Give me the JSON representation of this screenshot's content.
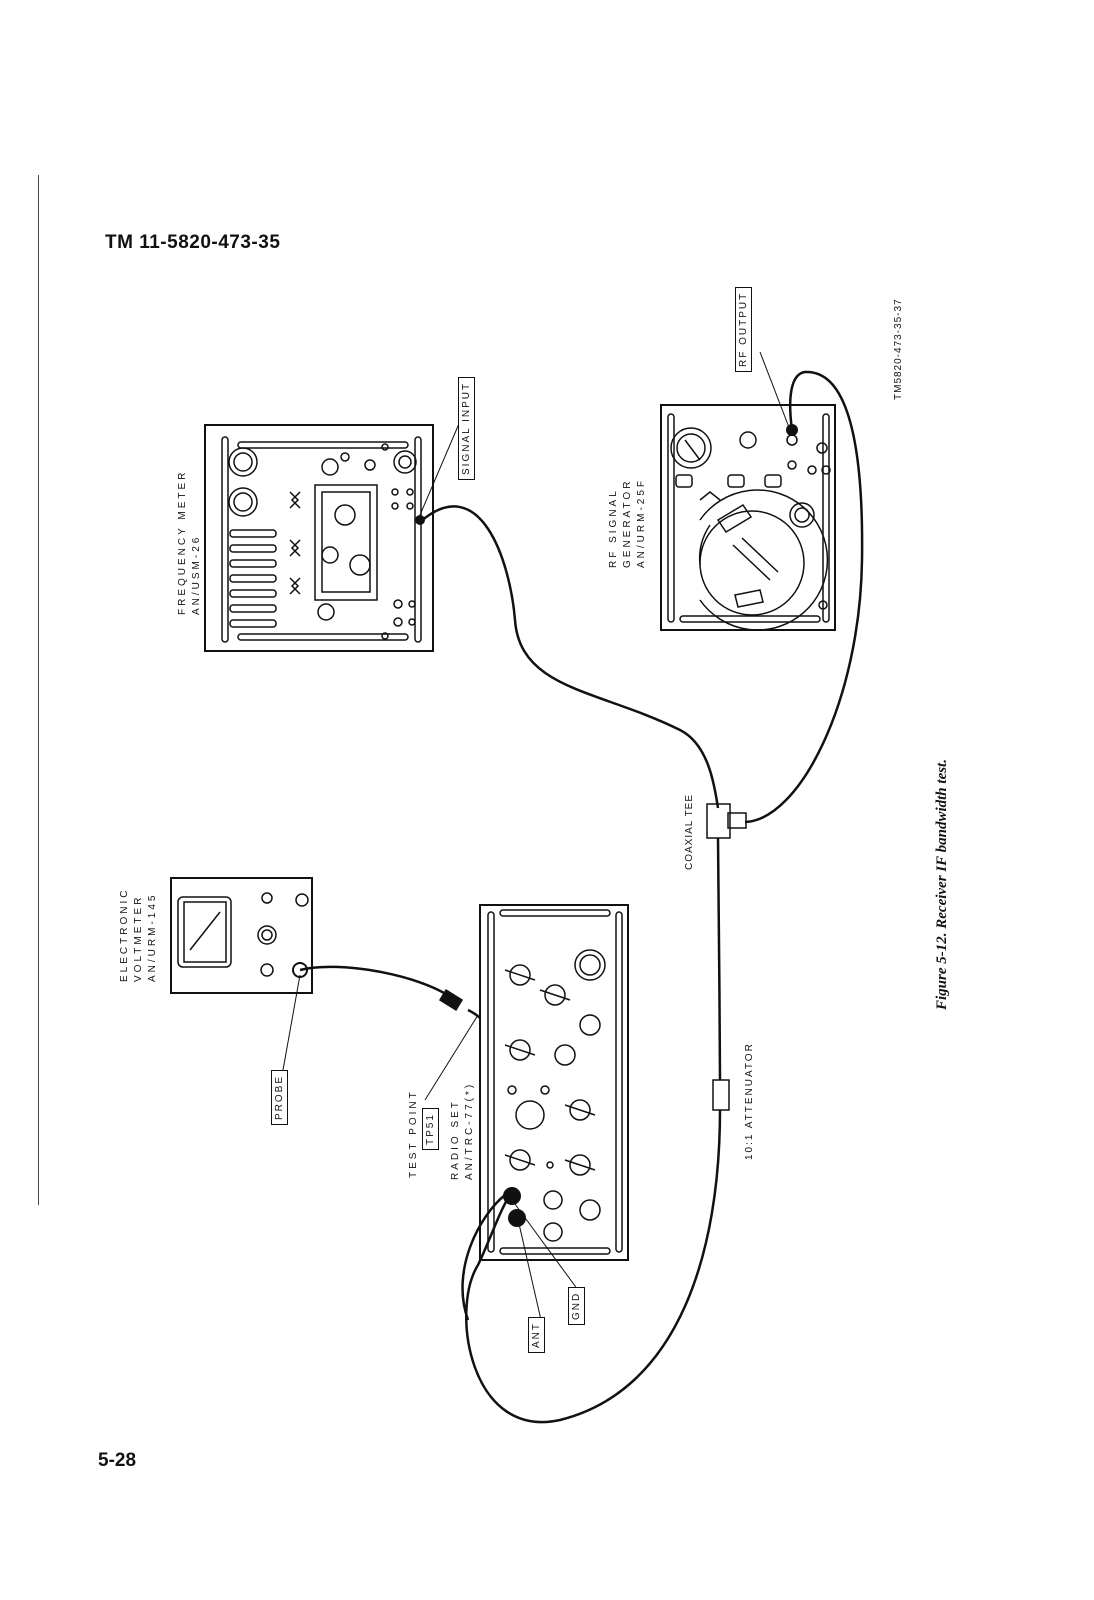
{
  "header": {
    "doc_number": "TM 11-5820-473-35",
    "page_number": "5-28"
  },
  "figure": {
    "caption": "Figure 5-12.  Receiver IF bandwidth test.",
    "drawing_id": "TM5820-473-35-37"
  },
  "equipment": {
    "voltmeter": {
      "line1": "ELECTRONIC",
      "line2": "VOLTMETER",
      "line3": "AN/URM-145"
    },
    "frequency_meter": {
      "line1": "FREQUENCY METER",
      "line2": "AN/USM-26"
    },
    "signal_generator": {
      "line1": "RF SIGNAL",
      "line2": "GENERATOR",
      "line3": "AN/URM-25F"
    },
    "radio_set": {
      "line1": "RADIO SET",
      "line2": "AN/TRC-77(*)"
    }
  },
  "connectors": {
    "signal_input": "SIGNAL INPUT",
    "rf_output": "RF OUTPUT",
    "probe": "PROBE",
    "test_point": "TEST POINT",
    "tp51": "TP51",
    "ant": "ANT",
    "gnd": "GND",
    "coaxial_tee": "COAXIAL TEE",
    "attenuator": "10:1 ATTENUATOR"
  }
}
